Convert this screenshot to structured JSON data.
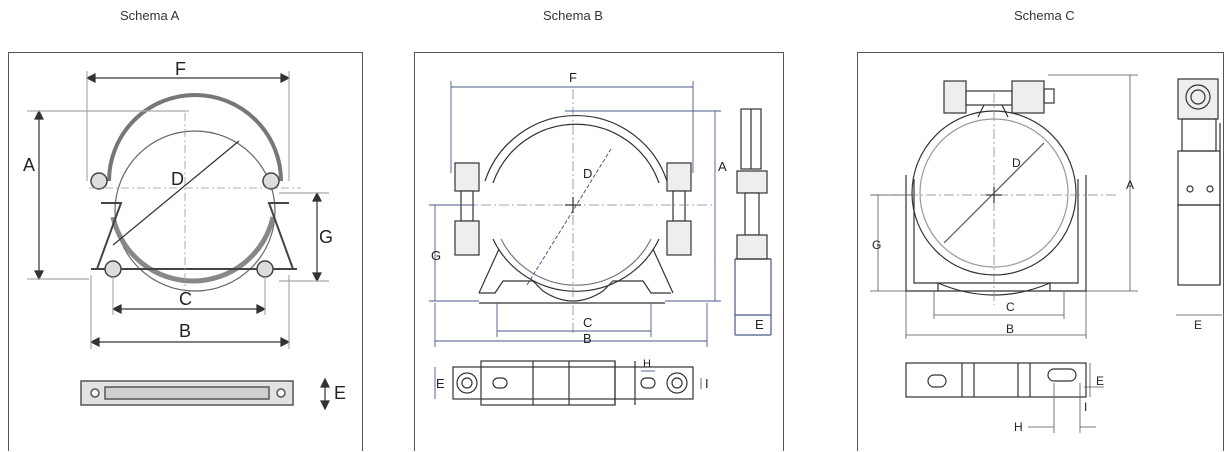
{
  "schemas": [
    {
      "title": "Schema A",
      "labels": {
        "A": "A",
        "B": "B",
        "C": "C",
        "D": "D",
        "E": "E",
        "F": "F",
        "G": "G"
      }
    },
    {
      "title": "Schema B",
      "labels": {
        "A": "A",
        "B": "B",
        "C": "C",
        "D": "D",
        "E": "E",
        "F": "F",
        "G": "G",
        "H": "H",
        "I": "I"
      }
    },
    {
      "title": "Schema C",
      "labels": {
        "A": "A",
        "B": "B",
        "C": "C",
        "D": "D",
        "E": "E",
        "G": "G",
        "H": "H",
        "I": "I"
      }
    }
  ],
  "colors": {
    "line": "#333333",
    "dim": "#555555",
    "dimBlue": "#4a5a8a",
    "fill": "#e6e6e6"
  }
}
